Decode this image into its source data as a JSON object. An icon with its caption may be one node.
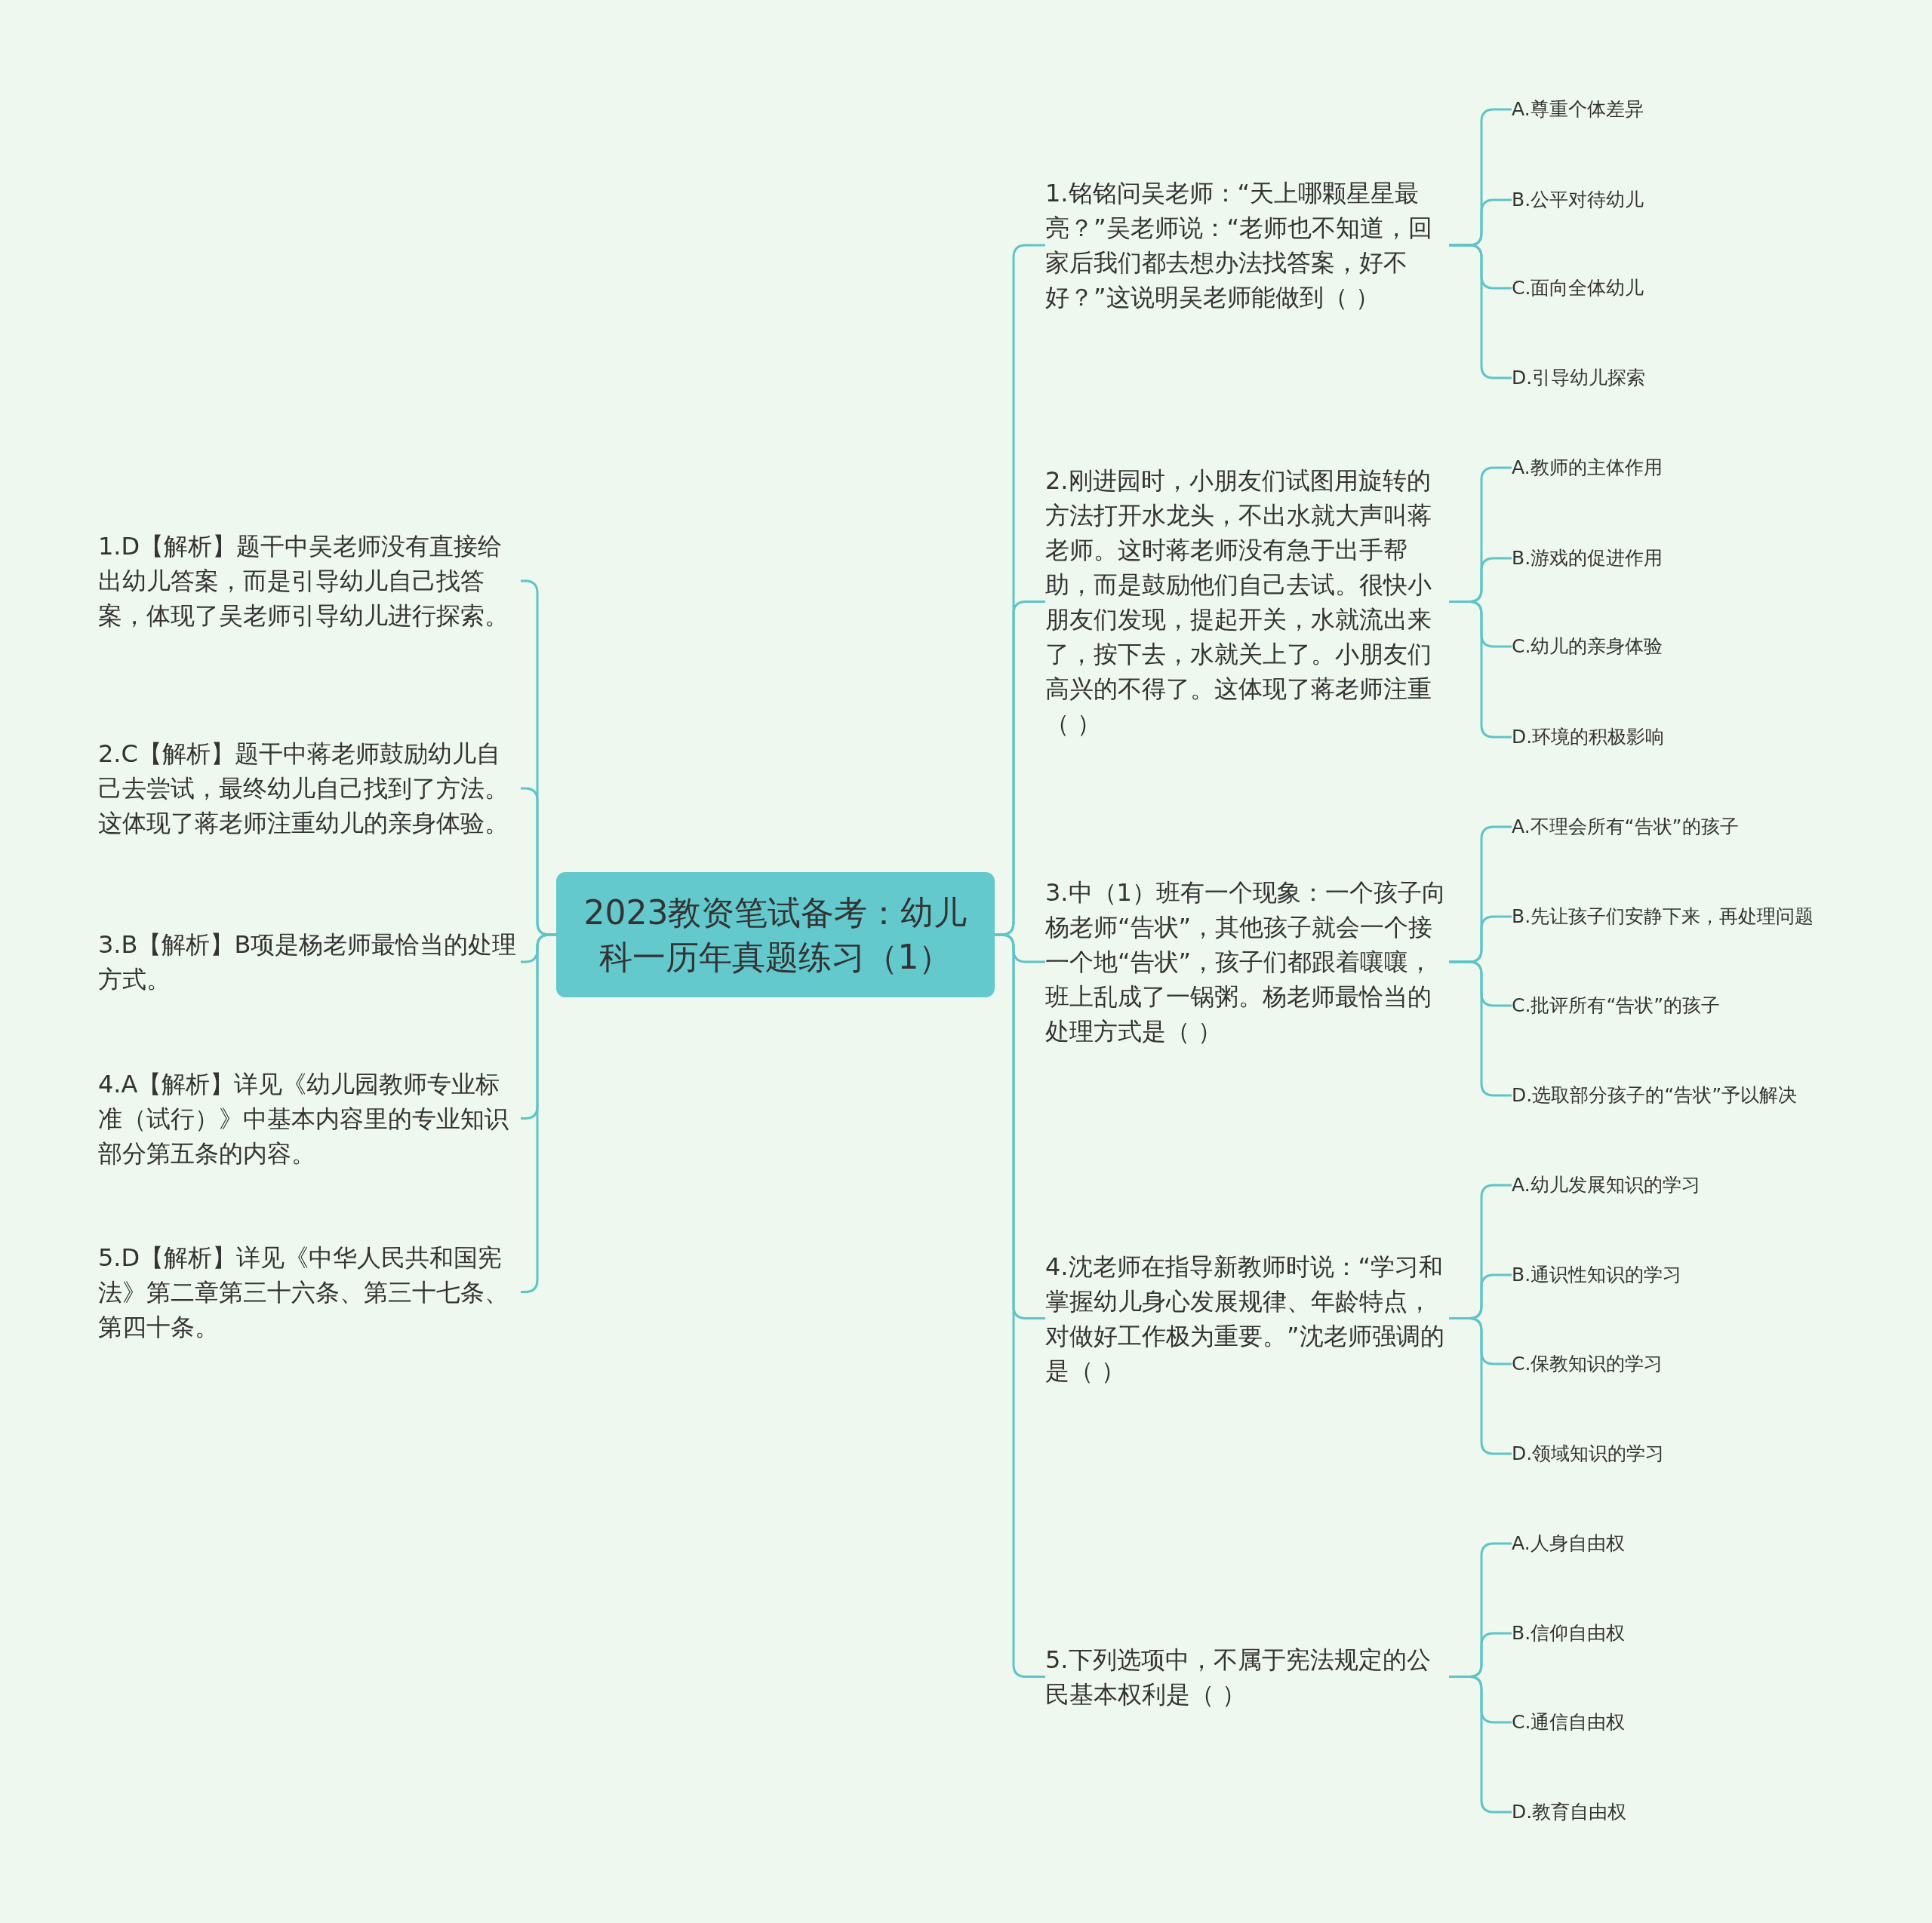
{
  "diagram": {
    "nodes": [
      {
        "text": [
          "2023教资笔试备考：幼儿科一历年真题练习（1）"
        ]
      },
      {
        "text": [
          "1.D【解析】题干中吴老师没有直接给出幼儿答案，而是引导幼儿自己找答案，体现了吴老师引导幼儿进行探索。"
        ]
      },
      {
        "text": [
          "2.C【解析】题干中蒋老师鼓励幼儿自己去尝试，最终幼儿自己找到了方法。这体现了蒋老师注重幼儿的亲身体验。"
        ]
      },
      {
        "text": [
          "3.B【解析】B项是杨老师最恰当的处理方式。"
        ]
      },
      {
        "text": [
          "4.A【解析】详见《幼儿园教师专业标准（试行）》中基本内容里的专业知识部分第五条的内容。"
        ]
      },
      {
        "text": [
          "5.D【解析】详见《中华人民共和国宪法》第二章第三十六条、第三十七条、第四十条。"
        ]
      },
      {
        "text": [
          "1.铭铭问吴老师：“天上哪颗星星最亮？”吴老师说：“老师也不知道，回家后我们都去想办法找答案，好不好？”这说明吴老师能做到（ ）"
        ]
      },
      {
        "text": [
          "A.尊重个体差异"
        ]
      },
      {
        "text": [
          "B.公平对待幼儿"
        ]
      },
      {
        "text": [
          "C.面向全体幼儿"
        ]
      },
      {
        "text": [
          "D.引导幼儿探索"
        ]
      },
      {
        "text": [
          "2.刚进园时，小朋友们试图用旋转的方法打开水龙头，不出水就大声叫蒋老师。这时蒋老师没有急于出手帮助，而是鼓励他们自己去试。很快小朋友们发现，提起开关，水就流出来了，按下去，水就关上了。小朋友们高兴的不得了。这体现了蒋老师注重（ ）"
        ]
      },
      {
        "text": [
          "A.教师的主体作用"
        ]
      },
      {
        "text": [
          "B.游戏的促进作用"
        ]
      },
      {
        "text": [
          "C.幼儿的亲身体验"
        ]
      },
      {
        "text": [
          "D.环境的积极影响"
        ]
      },
      {
        "text": [
          "3.中（1）班有一个现象：一个孩子向杨老师“告状”，其他孩子就会一个接一个地“告状”，孩子们都跟着嚷嚷，班上乱成了一锅粥。杨老师最恰当的处理方式是（ ）"
        ]
      },
      {
        "text": [
          "A.不理会所有“告状”的孩子"
        ]
      },
      {
        "text": [
          "B.先让孩子们安静下来，再处理问题"
        ]
      },
      {
        "text": [
          "C.批评所有“告状”的孩子"
        ]
      },
      {
        "text": [
          "D.选取部分孩子的“告状”予以解决"
        ]
      },
      {
        "text": [
          "4.沈老师在指导新教师时说：“学习和掌握幼儿身心发展规律、年龄特点，对做好工作极为重要。”沈老师强调的是（ ）"
        ]
      },
      {
        "text": [
          "A.幼儿发展知识的学习"
        ]
      },
      {
        "text": [
          "B.通识性知识的学习"
        ]
      },
      {
        "text": [
          "C.保教知识的学习"
        ]
      },
      {
        "text": [
          "D.领域知识的学习"
        ]
      },
      {
        "text": [
          "5.下列选项中，不属于宪法规定的公民基本权利是（ ）"
        ]
      },
      {
        "text": [
          "A.人身自由权"
        ]
      },
      {
        "text": [
          "B.信仰自由权"
        ]
      },
      {
        "text": [
          "C.通信自由权"
        ]
      },
      {
        "text": [
          "D.教育自由权"
        ]
      }
    ],
    "edges": [
      {
        "from": 0,
        "to": 1,
        "arrow": "none"
      },
      {
        "from": 0,
        "to": 2,
        "arrow": "none"
      },
      {
        "from": 0,
        "to": 3,
        "arrow": "none"
      },
      {
        "from": 0,
        "to": 4,
        "arrow": "none"
      },
      {
        "from": 0,
        "to": 5,
        "arrow": "none"
      },
      {
        "from": 0,
        "to": 6,
        "arrow": "none"
      },
      {
        "from": 6,
        "to": 7,
        "arrow": "none"
      },
      {
        "from": 6,
        "to": 8,
        "arrow": "none"
      },
      {
        "from": 6,
        "to": 9,
        "arrow": "none"
      },
      {
        "from": 6,
        "to": 10,
        "arrow": "none"
      },
      {
        "from": 0,
        "to": 11,
        "arrow": "none"
      },
      {
        "from": 11,
        "to": 12,
        "arrow": "none"
      },
      {
        "from": 11,
        "to": 13,
        "arrow": "none"
      },
      {
        "from": 11,
        "to": 14,
        "arrow": "none"
      },
      {
        "from": 11,
        "to": 15,
        "arrow": "none"
      },
      {
        "from": 0,
        "to": 16,
        "arrow": "none"
      },
      {
        "from": 16,
        "to": 17,
        "arrow": "none"
      },
      {
        "from": 16,
        "to": 18,
        "arrow": "none"
      },
      {
        "from": 16,
        "to": 19,
        "arrow": "none"
      },
      {
        "from": 16,
        "to": 20,
        "arrow": "none"
      },
      {
        "from": 0,
        "to": 21,
        "arrow": "none"
      },
      {
        "from": 21,
        "to": 22,
        "arrow": "none"
      },
      {
        "from": 21,
        "to": 23,
        "arrow": "none"
      },
      {
        "from": 21,
        "to": 24,
        "arrow": "none"
      },
      {
        "from": 21,
        "to": 25,
        "arrow": "none"
      },
      {
        "from": 0,
        "to": 26,
        "arrow": "none"
      },
      {
        "from": 26,
        "to": 27,
        "arrow": "none"
      },
      {
        "from": 26,
        "to": 28,
        "arrow": "none"
      },
      {
        "from": 26,
        "to": 29,
        "arrow": "none"
      },
      {
        "from": 26,
        "to": 30,
        "arrow": "none"
      }
    ]
  }
}
